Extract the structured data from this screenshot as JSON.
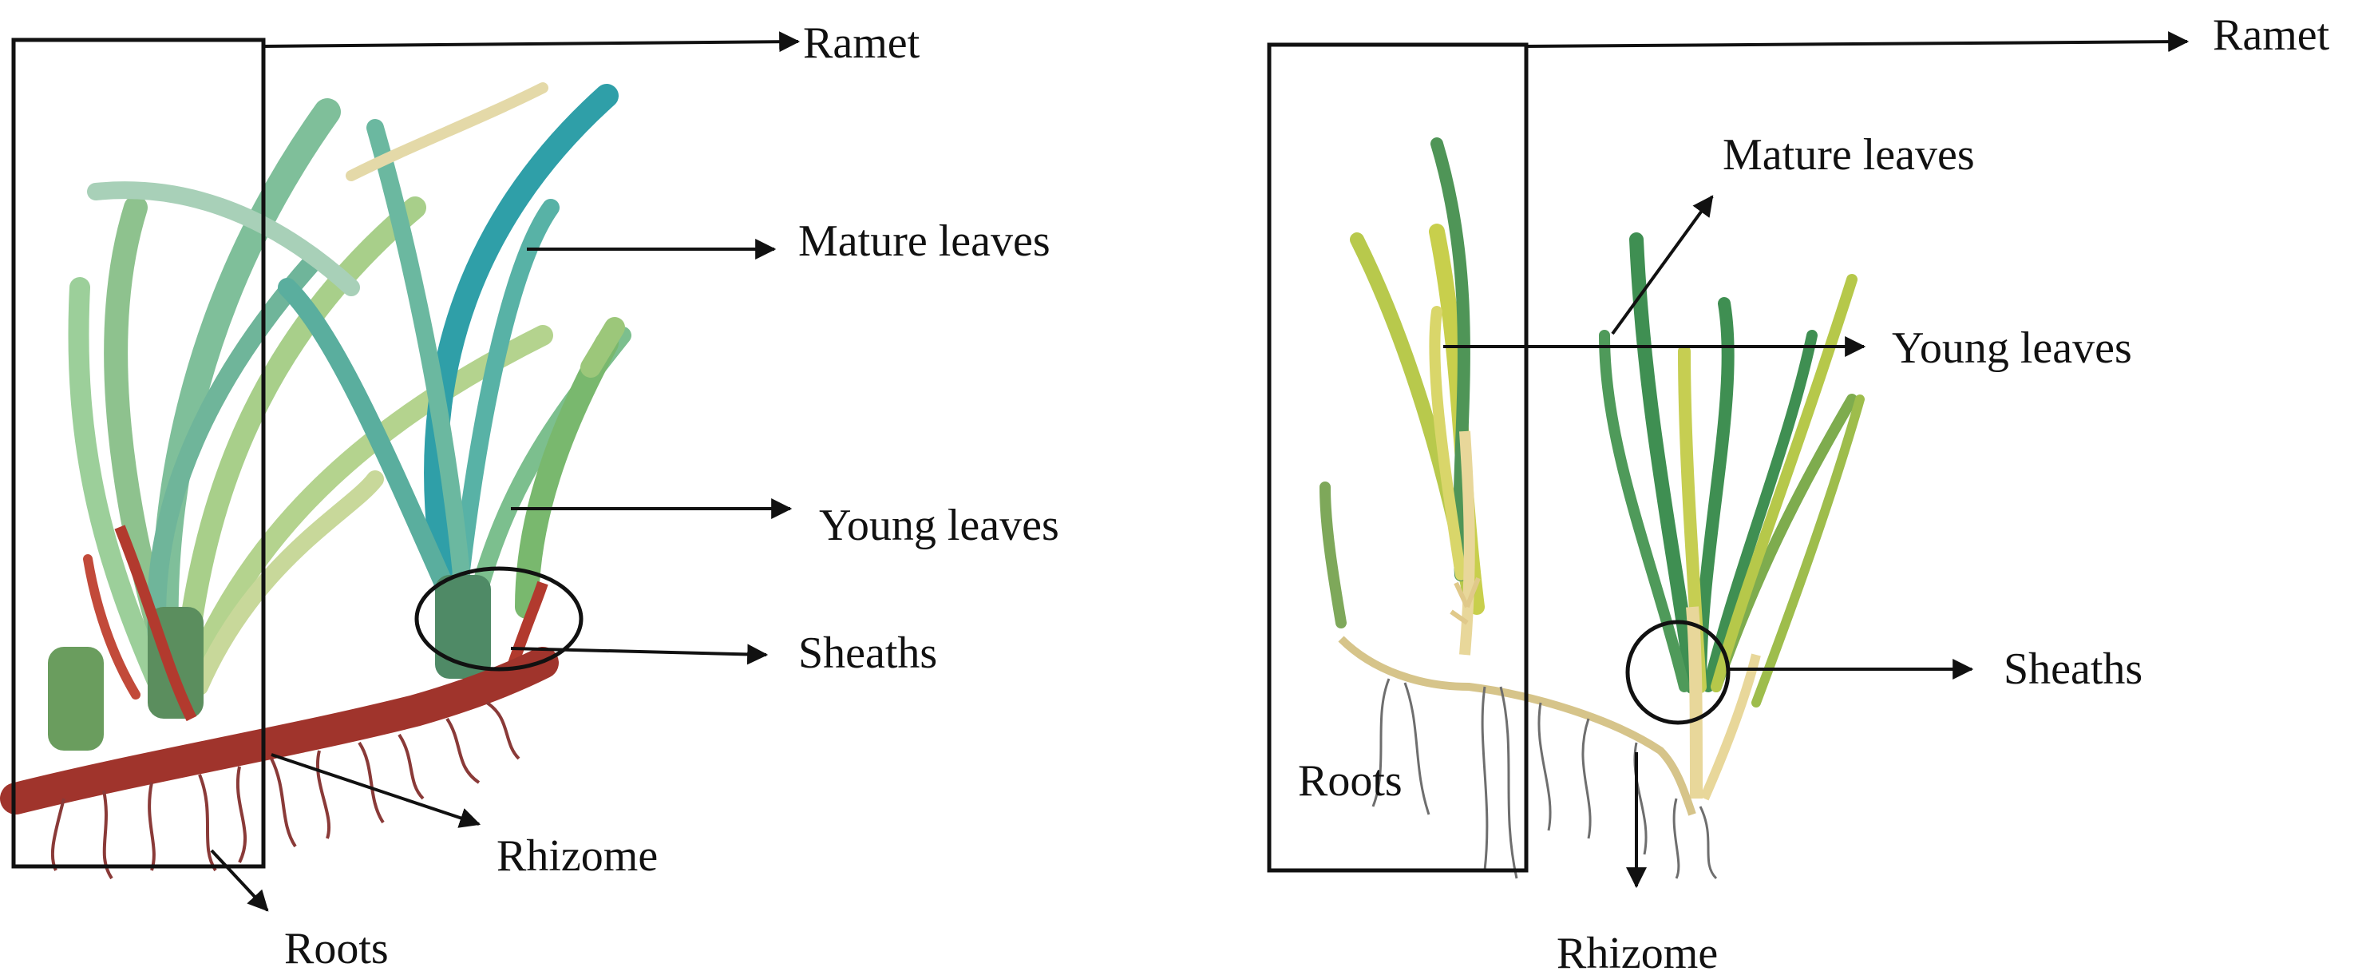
{
  "left_panel": {
    "labels": {
      "ramet": "Ramet",
      "mature_leaves": "Mature leaves",
      "young_leaves": "Young leaves",
      "sheaths": "Sheaths",
      "rhizome": "Rhizome",
      "roots": "Roots"
    }
  },
  "right_panel": {
    "labels": {
      "ramet": "Ramet",
      "mature_leaves": "Mature leaves",
      "young_leaves": "Young leaves",
      "sheaths": "Sheaths",
      "roots": "Roots",
      "rhizome": "Rhizome"
    }
  },
  "colors": {
    "annotation": "#111111",
    "left_leaf_dark": "#2f9fa8",
    "left_leaf_light": "#9cc98a",
    "left_rhizome": "#a0342c",
    "right_leaf_dark": "#3f8f52",
    "right_leaf_light": "#c8cf4c",
    "right_stem": "#e8d79a",
    "right_root": "#6e6e6e"
  }
}
